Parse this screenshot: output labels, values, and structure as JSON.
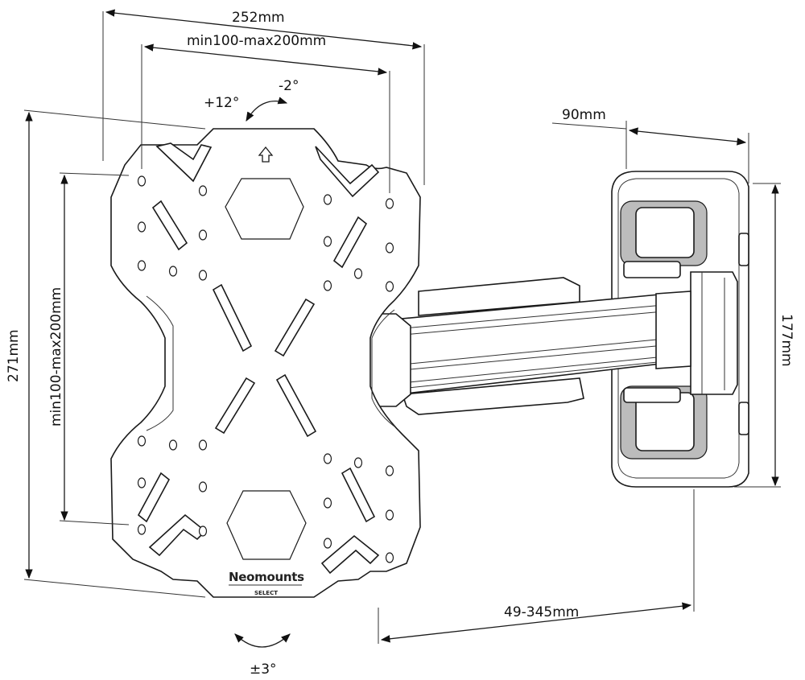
{
  "dimensions": {
    "overall_width": "252mm",
    "vesa_horizontal": "min100-max200mm",
    "tilt_up": "+12°",
    "tilt_down": "-2°",
    "wall_plate_depth": "90mm",
    "overall_height": "271mm",
    "vesa_vertical": "min100-max200mm",
    "wall_plate_height": "177mm",
    "extension": "49-345mm",
    "rotation": "±3°"
  },
  "brand": {
    "name": "Neomounts",
    "sub": "SELECT"
  },
  "icons": {
    "tilt": "curved-double-arrow-icon",
    "rotation": "curved-double-arrow-icon",
    "up": "up-arrow-icon"
  }
}
